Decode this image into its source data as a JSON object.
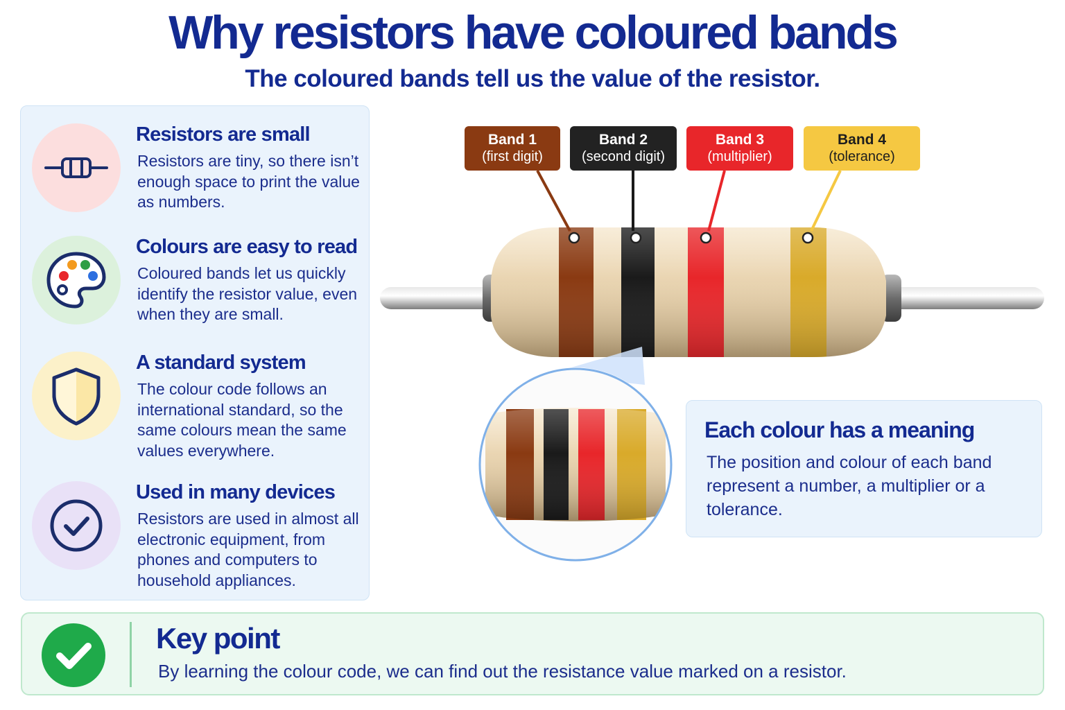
{
  "title": "Why resistors have coloured bands",
  "subtitle": "The coloured bands tell us the value of the resistor.",
  "reasons": [
    {
      "icon": "resistor-icon",
      "title": "Resistors are small",
      "text": "Resistors are tiny, so there isn’t enough space to print the value as numbers."
    },
    {
      "icon": "palette-icon",
      "title": "Colours are easy to read",
      "text": "Coloured bands let us quickly identify the resistor value, even when they are small."
    },
    {
      "icon": "shield-icon",
      "title": "A standard system",
      "text": "The colour code follows an international standard, so the same colours mean the same values everywhere."
    },
    {
      "icon": "checkmark-circle-icon",
      "title": "Used in many devices",
      "text": "Resistors are used in almost all electronic equipment, from phones and computers to household appliances."
    }
  ],
  "bands": [
    {
      "name": "Band 1",
      "role": "(first digit)",
      "color": "#8a3a12",
      "text_color": "#ffffff"
    },
    {
      "name": "Band 2",
      "role": "(second digit)",
      "color": "#222222",
      "text_color": "#ffffff"
    },
    {
      "name": "Band 3",
      "role": "(multiplier)",
      "color": "#e8262a",
      "text_color": "#ffffff"
    },
    {
      "name": "Band 4",
      "role": "(tolerance)",
      "color": "#f5c842",
      "text_color": "#1e1e1e"
    }
  ],
  "meaning": {
    "title": "Each colour has a meaning",
    "text": "The position and colour of each band represent a number, a multiplier or a tolerance."
  },
  "key_point": {
    "title": "Key point",
    "text": "By learning the colour code, we can find out the resistance value marked on a resistor."
  },
  "colors": {
    "heading": "#132a91",
    "panel_bg": "#eaf3fc",
    "key_bg": "#ecf9f1",
    "check_green": "#1faa4a",
    "resistor_body": "#ead5b2",
    "gold_band": "#d9aa2a"
  }
}
